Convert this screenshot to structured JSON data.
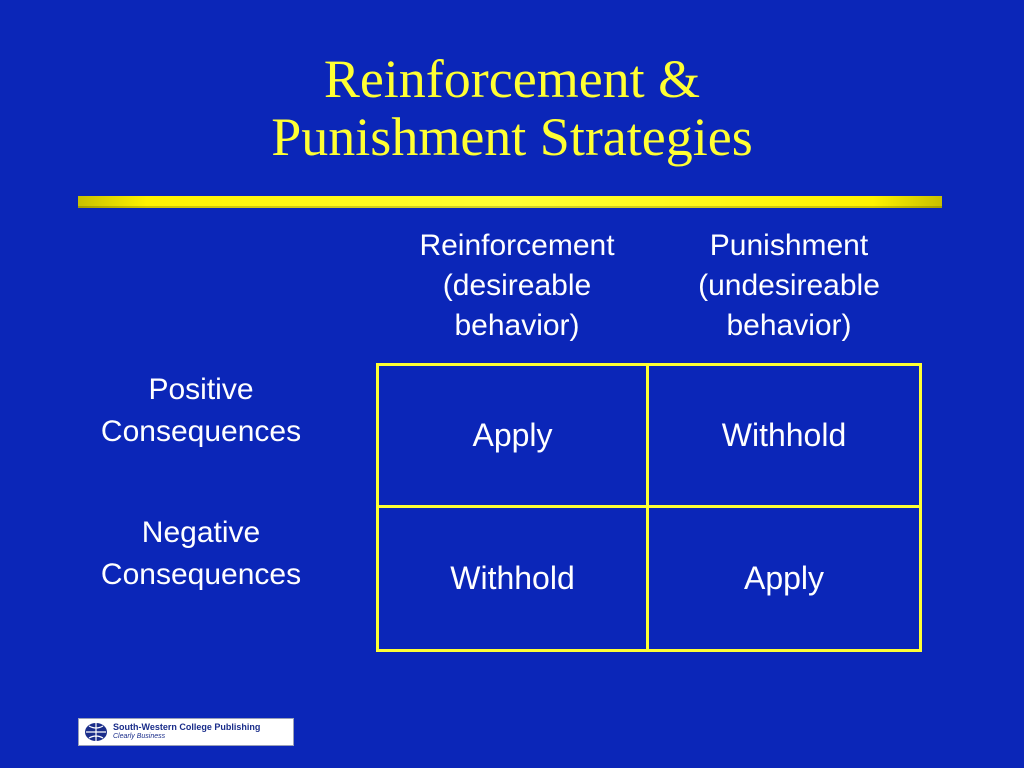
{
  "slide": {
    "title_lines": [
      "Reinforcement &",
      "Punishment Strategies"
    ],
    "accent_color": "#ffff33",
    "background_color": "#0b26b8"
  },
  "matrix": {
    "column_headers": [
      "Reinforcement\n(desireable\nbehavior)",
      "Punishment\n(undesireable\nbehavior)"
    ],
    "row_headers": [
      "Positive\nConsequences",
      "Negative\nConsequences"
    ],
    "cells": [
      [
        "Apply",
        "Withhold"
      ],
      [
        "Withhold",
        "Apply"
      ]
    ]
  },
  "footer": {
    "logo_icon": "globe-logo-icon",
    "publisher_name": "South-Western College Publishing",
    "publisher_tagline": "Clearly Business"
  }
}
